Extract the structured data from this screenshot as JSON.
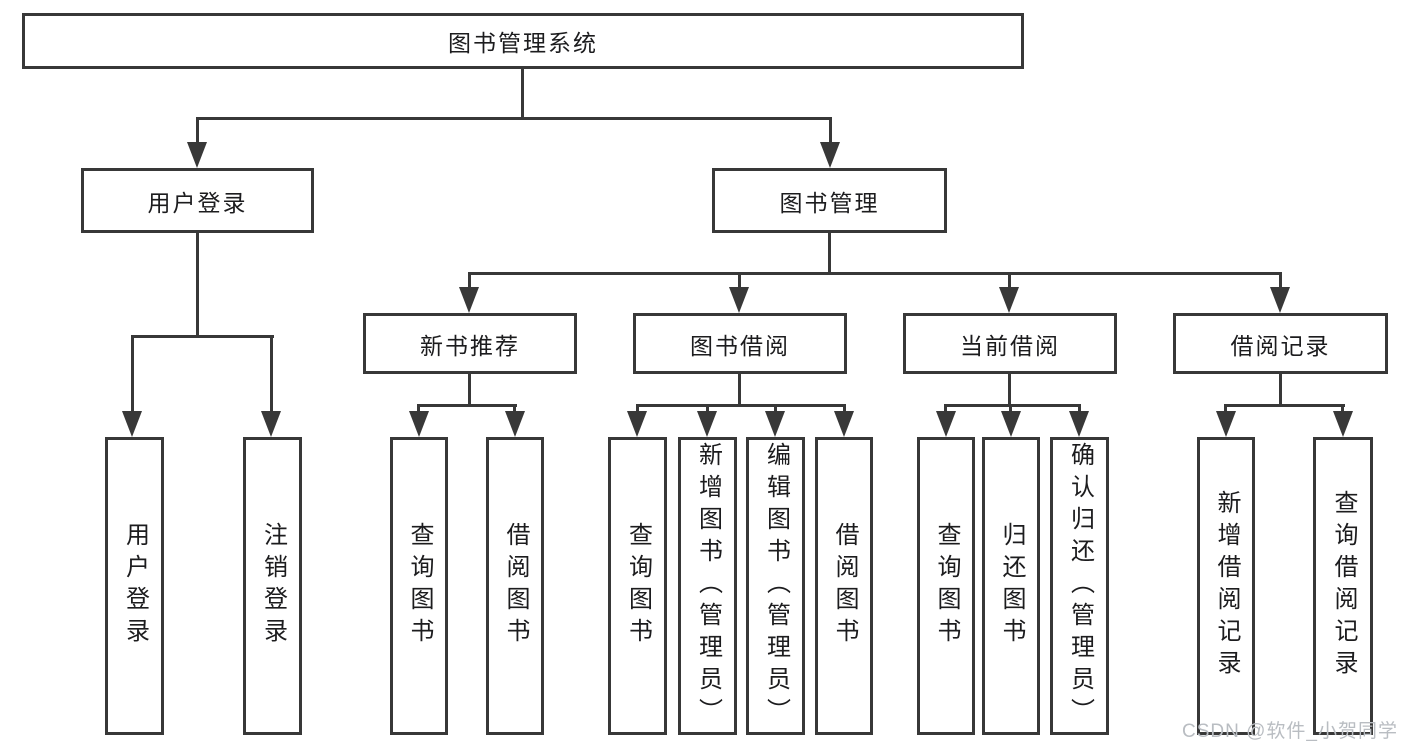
{
  "diagram": {
    "root": {
      "label": "图书管理系统"
    },
    "login_branch": {
      "label": "用户登录",
      "children": [
        {
          "label": "用户登录"
        },
        {
          "label": "注销登录"
        }
      ]
    },
    "mgmt_branch": {
      "label": "图书管理",
      "groups": [
        {
          "label": "新书推荐",
          "children": [
            {
              "label": "查询图书"
            },
            {
              "label": "借阅图书"
            }
          ]
        },
        {
          "label": "图书借阅",
          "children": [
            {
              "label": "查询图书"
            },
            {
              "label": "新增图书（管理员）"
            },
            {
              "label": "编辑图书（管理员）"
            },
            {
              "label": "借阅图书"
            }
          ]
        },
        {
          "label": "当前借阅",
          "children": [
            {
              "label": "查询图书"
            },
            {
              "label": "归还图书"
            },
            {
              "label": "确认归还（管理员）"
            }
          ]
        },
        {
          "label": "借阅记录",
          "children": [
            {
              "label": "新增借阅记录"
            },
            {
              "label": "查询借阅记录"
            }
          ]
        }
      ]
    }
  },
  "watermark": {
    "text": "CSDN @软件_小贺同学"
  },
  "colors": {
    "line": "#383838",
    "text": "#1c1c1e",
    "watermark_gray": "#b9bdc2",
    "background": "#ffffff"
  }
}
